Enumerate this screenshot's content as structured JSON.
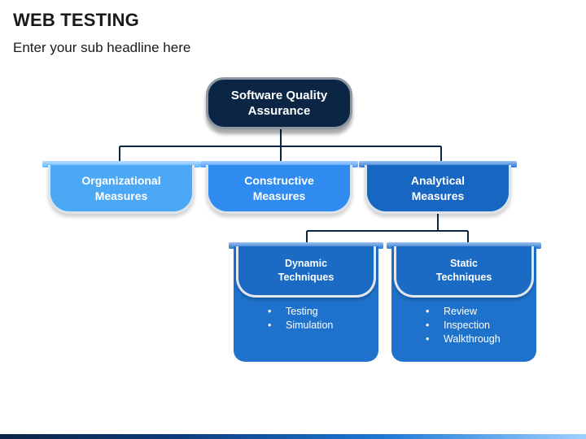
{
  "header": {
    "title": "WEB TESTING",
    "subtitle": "Enter your sub headline here"
  },
  "diagram": {
    "root": {
      "label_line1": "Software Quality",
      "label_line2": "Assurance"
    },
    "level1": [
      {
        "label_line1": "Organizational",
        "label_line2": "Measures"
      },
      {
        "label_line1": "Constructive",
        "label_line2": "Measures"
      },
      {
        "label_line1": "Analytical",
        "label_line2": "Measures"
      }
    ],
    "level2": [
      {
        "label_line1": "Dynamic",
        "label_line2": "Techniques",
        "items": [
          "Testing",
          "Simulation"
        ]
      },
      {
        "label_line1": "Static",
        "label_line2": "Techniques",
        "items": [
          "Review",
          "Inspection",
          "Walkthrough"
        ]
      }
    ]
  },
  "colors": {
    "root": "#0b2545",
    "organizational": "#4ba8f5",
    "constructive": "#2f8bf0",
    "analytical": "#1666c2",
    "technique_card": "#1e72cc",
    "connector": "#0b2545"
  }
}
